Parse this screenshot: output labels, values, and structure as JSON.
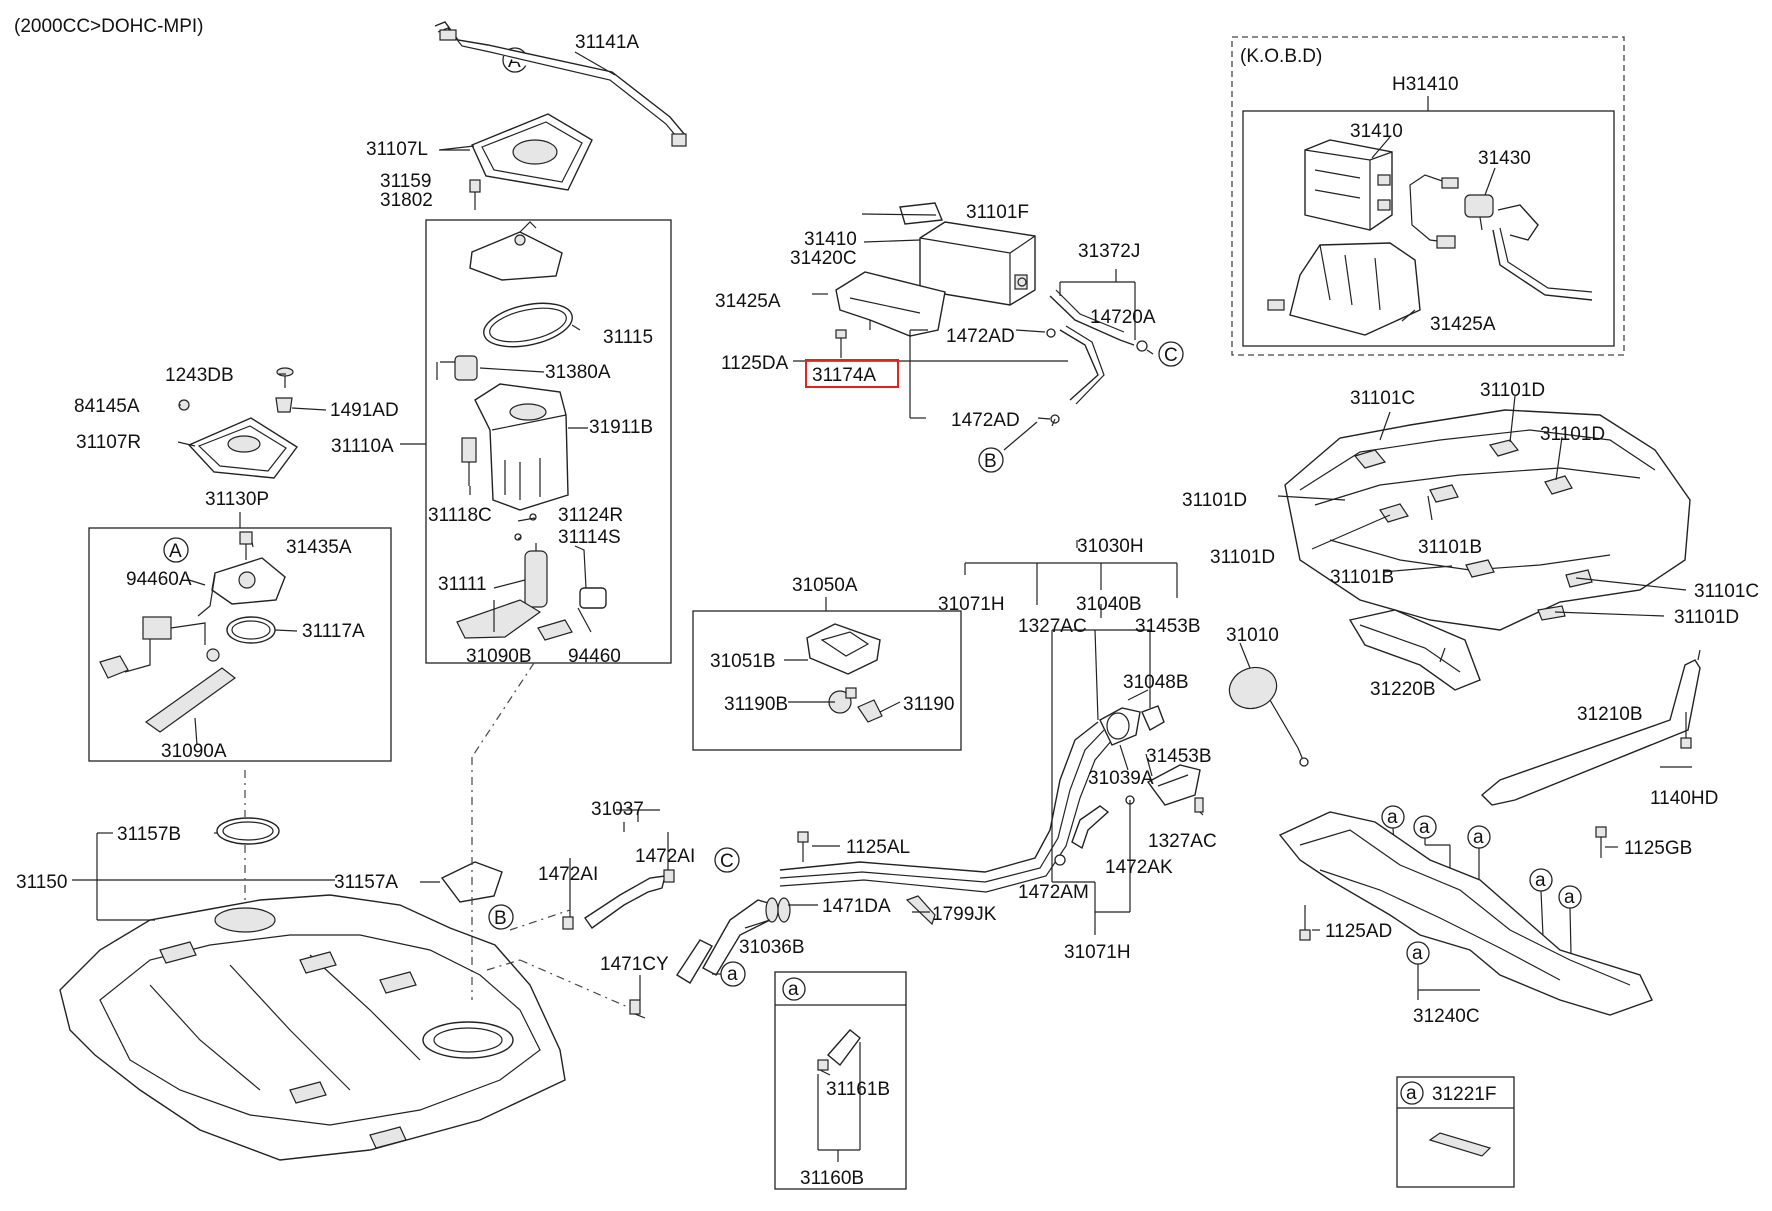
{
  "header": "(2000CC>DOHC-MPI)",
  "highlight": {
    "label": "31174A",
    "color": "#e0231b"
  },
  "groups": {
    "kobd": {
      "title": "(K.O.B.D)",
      "assembly": "H31410"
    },
    "sender_box": "31130P",
    "module_box": "31110A",
    "vapor_box": "31050A",
    "inset_a1": "31160B",
    "inset_a2": "31221F"
  },
  "callout_letters": [
    "A",
    "B",
    "C",
    "a"
  ],
  "labels": {
    "l31141A": "31141A",
    "l31107L": "31107L",
    "l31159": "31159",
    "l31802": "31802",
    "l31115": "31115",
    "l31380A": "31380A",
    "l31911B": "31911B",
    "l31118C": "31118C",
    "l31124R": "31124R",
    "l31114S": "31114S",
    "l31111": "31111",
    "l31090B": "31090B",
    "l94460": "94460",
    "l1243DB": "1243DB",
    "l84145A": "84145A",
    "l1491AD": "1491AD",
    "l31107R": "31107R",
    "l31435A": "31435A",
    "l94460A": "94460A",
    "l31117A": "31117A",
    "l31090A": "31090A",
    "l31101F": "31101F",
    "l31410": "31410",
    "l31420C": "31420C",
    "l31372J": "31372J",
    "l31425A": "31425A",
    "l14720A": "14720A",
    "l1472AD1": "1472AD",
    "l1125DA": "1125DA",
    "l1472AD2": "1472AD",
    "l31410k": "31410",
    "l31430": "31430",
    "l31425Ak": "31425A",
    "l31101C1": "31101C",
    "l31101D1": "31101D",
    "l31101D2": "31101D",
    "l31101D3": "31101D",
    "l31101B1": "31101B",
    "l31101D4": "31101D",
    "l31101B2": "31101B",
    "l31101C2": "31101C",
    "l31101D5": "31101D",
    "l31220B": "31220B",
    "l31030H": "31030H",
    "l31071H1": "31071H",
    "l31040B": "31040B",
    "l1327AC1": "1327AC",
    "l31453B1": "31453B",
    "l31010": "31010",
    "l31048B": "31048B",
    "l31453B2": "31453B",
    "l31039A": "31039A",
    "l1327AC2": "1327AC",
    "l1472AK": "1472AK",
    "l1472AM": "1472AM",
    "l31071H2": "31071H",
    "l31051B": "31051B",
    "l31190B": "31190B",
    "l31190": "31190",
    "l31037": "31037",
    "l1472AI1": "1472AI",
    "l1472AI2": "1472AI",
    "l1125AL": "1125AL",
    "l1471DA": "1471DA",
    "l1799JK": "1799JK",
    "l31036B": "31036B",
    "l1471CY": "1471CY",
    "l31157B": "31157B",
    "l31150": "31150",
    "l31157A": "31157A",
    "l31210B": "31210B",
    "l1140HD": "1140HD",
    "l1125GB": "1125GB",
    "l1125AD": "1125AD",
    "l31240C": "31240C",
    "l31161B": "31161B"
  }
}
